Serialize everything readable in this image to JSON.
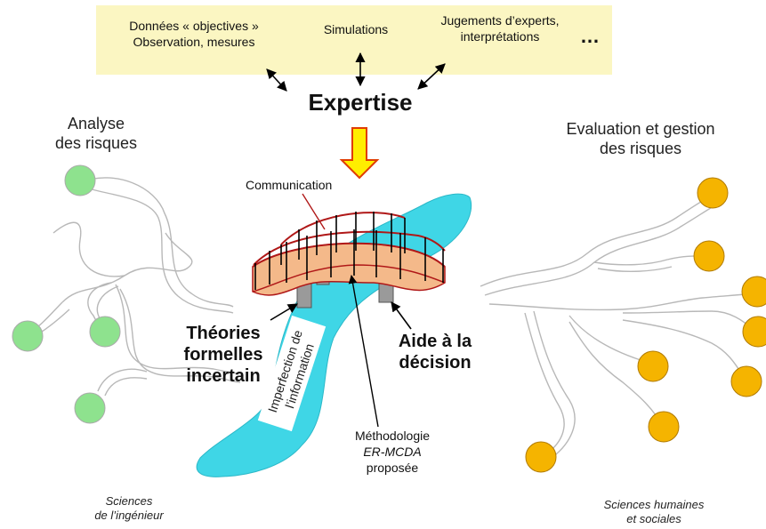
{
  "sources": {
    "objective_line1": "Données « objectives »",
    "objective_line2": "Observation, mesures",
    "simulations": "Simulations",
    "experts_line1": "Jugements d’experts,",
    "experts_line2": "interprétations",
    "more": "…"
  },
  "expertise": "Expertise",
  "left": {
    "title_line1": "Analyse",
    "title_line2": "des risques",
    "footer_line1": "Sciences",
    "footer_line2": "de l’ingénieur"
  },
  "right": {
    "title_line1": "Evaluation et gestion",
    "title_line2": "des risques",
    "footer_line1": "Sciences humaines",
    "footer_line2": "et sociales"
  },
  "bridge": {
    "communication": "Communication",
    "theories_line1": "Théories",
    "theories_line2": "formelles",
    "theories_line3": "incertain",
    "decision_line1": "Aide à la",
    "decision_line2": "décision",
    "river_line1": "Imperfection de",
    "river_line2": "l’information",
    "method_line1": "Méthodologie",
    "method_line2": "ER-MCDA",
    "method_line3": "proposée"
  },
  "colors": {
    "top_box": "#fbf6c2",
    "left_nodes": "#8ee28e",
    "right_nodes": "#f5b400",
    "river": "#3fd6e6",
    "bridge_deck": "#f4b98a",
    "bridge_rail": "#b01818",
    "arrow_fill": "#ffee00",
    "arrow_stroke": "#e03c00"
  }
}
